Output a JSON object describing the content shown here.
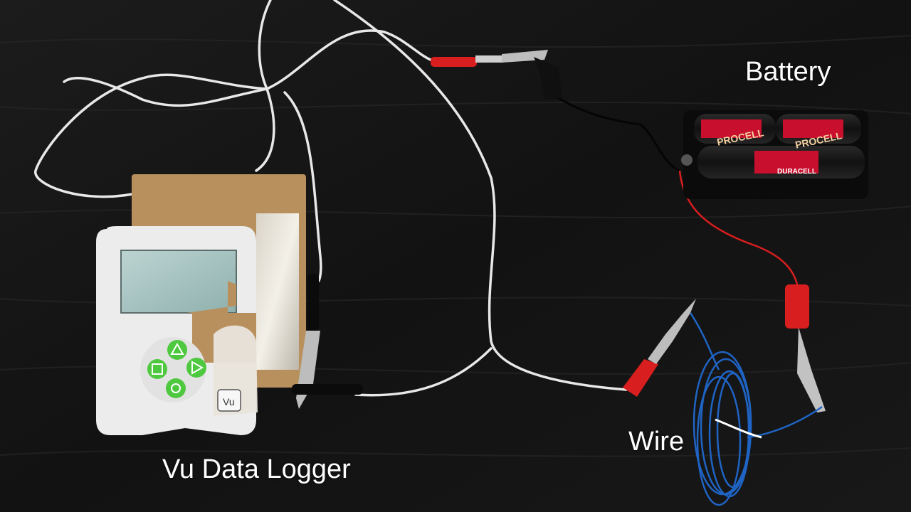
{
  "captions": {
    "battery": "Battery",
    "wire": "Wire",
    "logger": "Vu Data Logger"
  },
  "device": {
    "logo": "Vu",
    "button_color": "#4ec93f"
  },
  "batteries": {
    "brand_top_1": "PROCELL",
    "brand_top_2": "PROCELL",
    "brand_bottom": "DURACELL"
  },
  "colors": {
    "tabletop": "#141414",
    "device_body": "#ececec",
    "screen": "#a9c4c2",
    "cardboard": "#b8905d",
    "battery_red": "#c8102e",
    "wire_blue": "#1f64c4",
    "clip_red": "#d81e1e"
  }
}
